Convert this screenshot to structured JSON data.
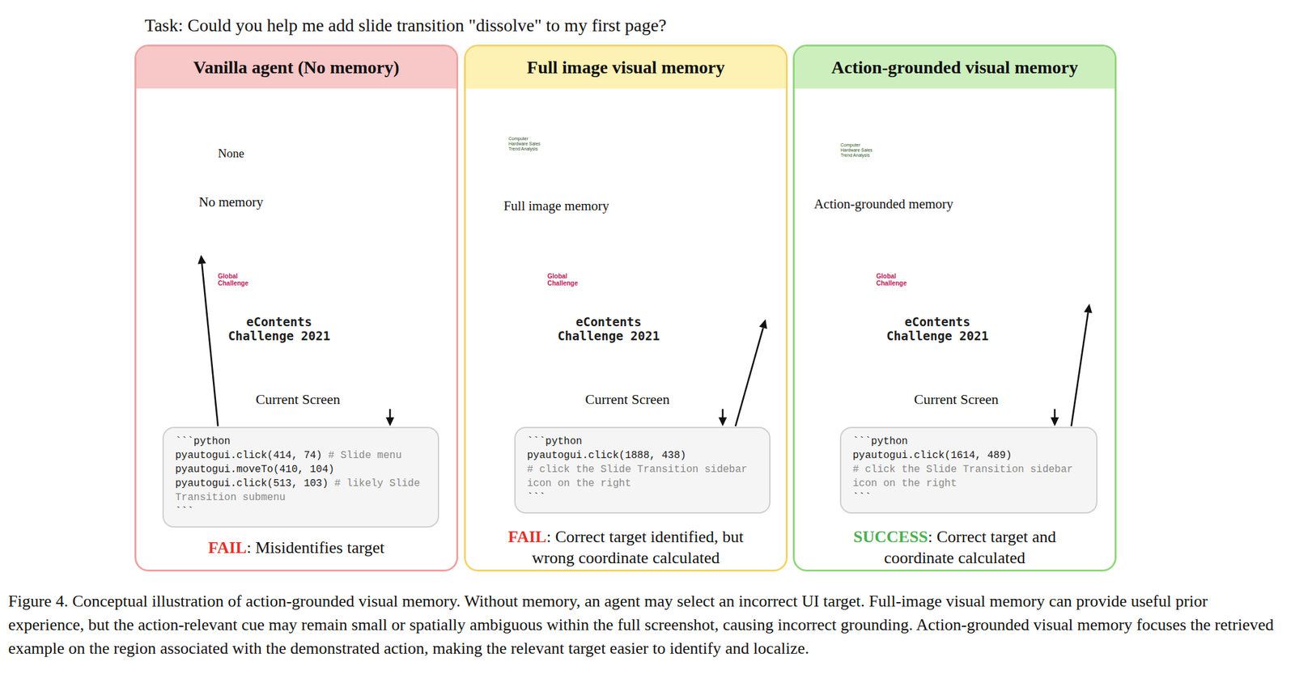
{
  "diagram": {
    "title": "Task: Could you help me add slide transition \"dissolve\" to my first page?",
    "caption": "Figure 4. Conceptual illustration of action-grounded visual memory. Without memory, an agent may select an incorrect UI target. Full-image visual memory can provide useful prior experience, but the action-relevant cue may remain small or spatially ambiguous within the full screenshot, causing incorrect grounding. Action-grounded visual memory focuses the retrieved example on the region associated with the demonstrated action, making the relevant target easier to identify and localize.",
    "nodes": [
      {
        "text": [
          "Vanilla agent (No memory)"
        ]
      },
      {
        "text": [
          "None",
          "No memory"
        ],
        "in": 0
      },
      {
        "text": [
          "Current Screen"
        ],
        "in": 0
      },
      {
        "text": [
          "```python",
          "pyautogui.click(414, 74)",
          "# Slide menu",
          "pyautogui.moveTo(410, 104)",
          "pyautogui.click(513, 103)",
          "# likely Slide Transition submenu",
          "```"
        ],
        "in": 0
      },
      {
        "text": [
          "Full image visual memory"
        ]
      },
      {
        "text": [
          "Full image memory"
        ],
        "in": 4
      },
      {
        "text": [
          "Current Screen"
        ],
        "in": 4
      },
      {
        "text": [
          "```python",
          "pyautogui.click(1888, 438)",
          "# click the Slide Transition sidebar icon on the right",
          "```"
        ],
        "in": 4
      },
      {
        "text": [
          "Action-grounded visual memory"
        ]
      },
      {
        "text": [
          "Action-grounded memory"
        ],
        "in": 8
      },
      {
        "text": [
          "Current Screen"
        ],
        "in": 8
      },
      {
        "text": [
          "```python",
          "pyautogui.click(1614, 489)",
          "# click the Slide Transition sidebar icon on the right",
          "```"
        ],
        "in": 8
      }
    ],
    "edges": [
      {
        "from": 2,
        "to": 3,
        "arrow": "to"
      },
      {
        "from": 3,
        "to": 2,
        "arrow": "to"
      },
      {
        "from": 6,
        "to": 7,
        "arrow": "to"
      },
      {
        "from": 7,
        "to": 6,
        "arrow": "to"
      },
      {
        "from": 10,
        "to": 11,
        "arrow": "to"
      },
      {
        "from": 11,
        "to": 10,
        "arrow": "to"
      }
    ],
    "labels": [
      "Computer Hardware Sales Trend Analysis",
      "Computer Hardware Sales Trend Analysis",
      "Global Challenge",
      "eContents Challenge 2021",
      "Global Challenge",
      "eContents Challenge 2021",
      "Global Challenge",
      "eContents Challenge 2021",
      "FAIL",
      ": Misidentifies target",
      "FAIL",
      ": Correct target identified, but wrong coordinate calculated",
      "SUCCESS",
      ": Correct target and coordinate calculated"
    ]
  }
}
